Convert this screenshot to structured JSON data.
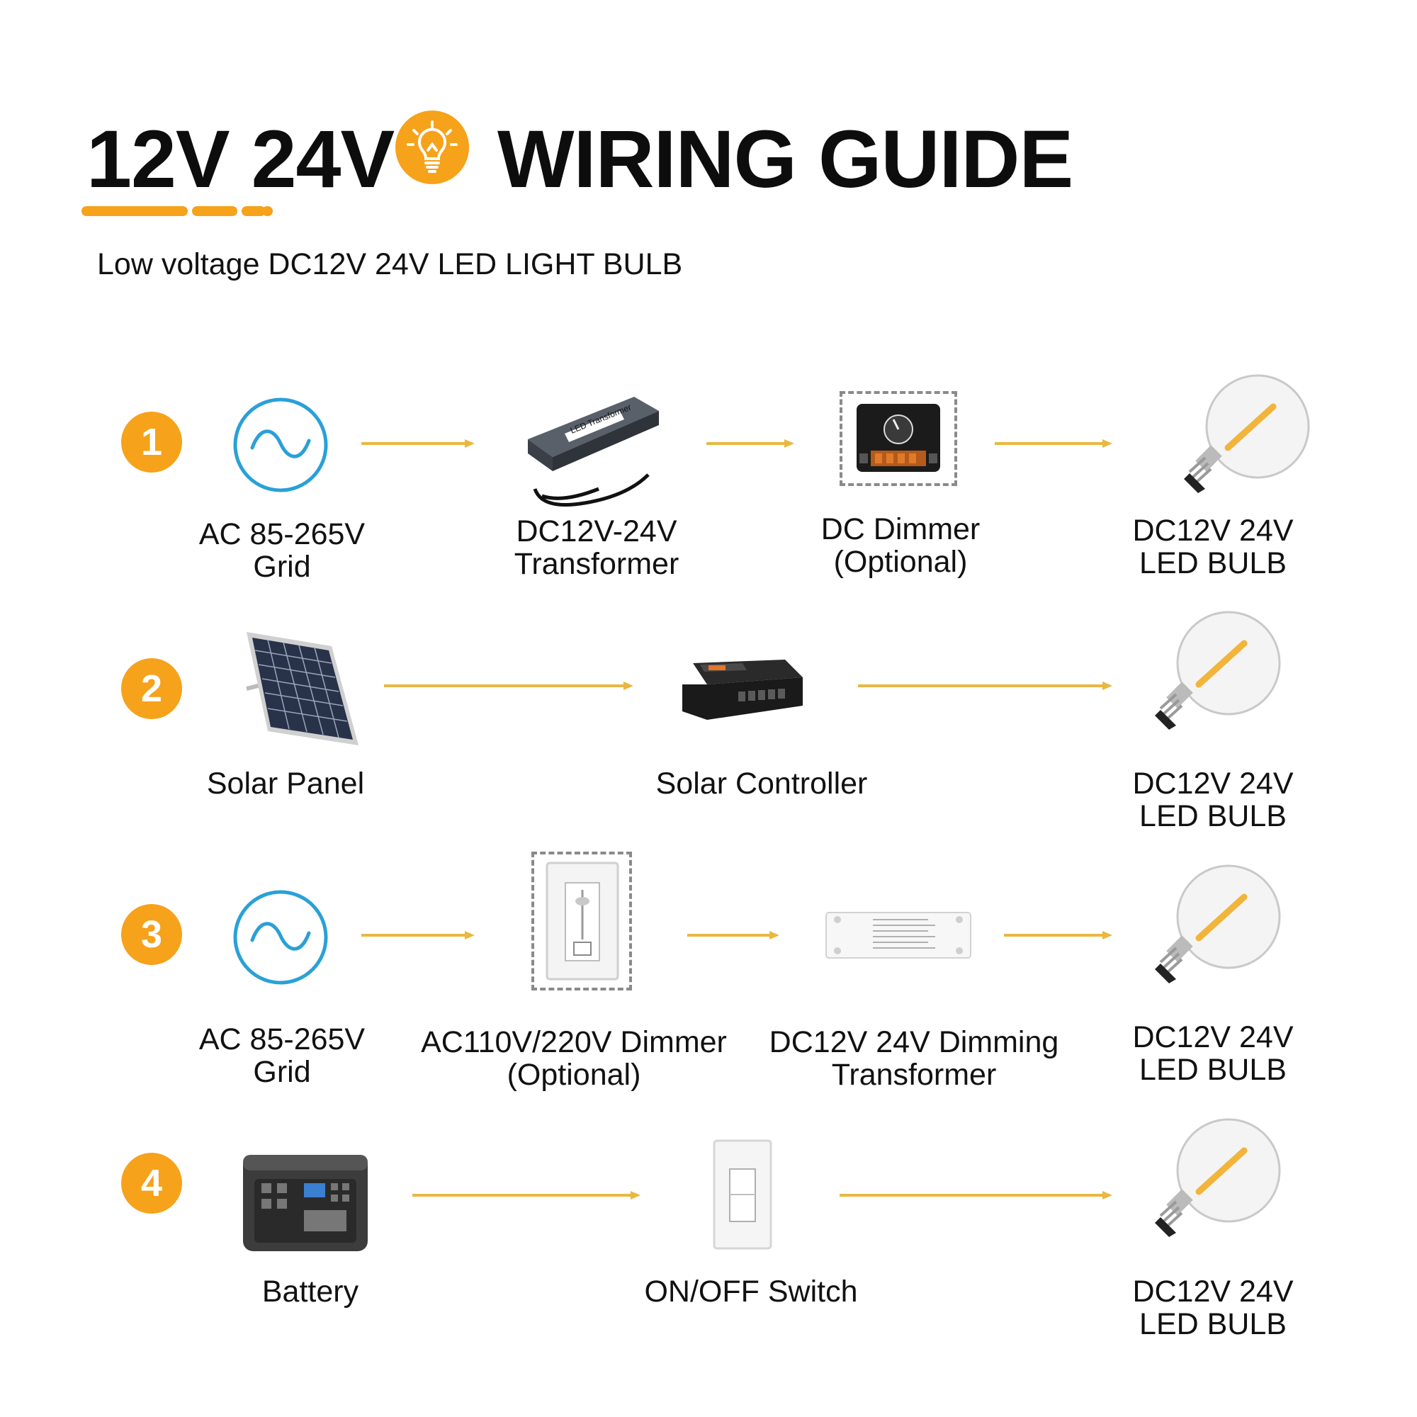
{
  "title": {
    "left": "12V 24V",
    "right": "WIRING GUIDE",
    "icon": "lightbulb-icon"
  },
  "subtitle": "Low voltage DC12V 24V LED LIGHT BULB",
  "colors": {
    "accent": "#f6a21b",
    "arrow": "#e8b840",
    "ac_icon": "#2aa0d8"
  },
  "rows": [
    {
      "number": "1",
      "items": [
        {
          "icon": "ac-sine-icon",
          "lines": [
            "AC 85-265V",
            "Grid"
          ]
        },
        {
          "icon": "led-transformer-icon",
          "lines": [
            "DC12V-24V",
            "Transformer"
          ]
        },
        {
          "icon": "dc-dimmer-icon",
          "lines": [
            "DC Dimmer",
            "(Optional)"
          ]
        },
        {
          "icon": "led-bulb-icon",
          "lines": [
            "DC12V 24V",
            "LED BULB"
          ]
        }
      ]
    },
    {
      "number": "2",
      "items": [
        {
          "icon": "solar-panel-icon",
          "lines": [
            "Solar Panel"
          ]
        },
        {
          "icon": "solar-controller-icon",
          "lines": [
            "Solar Controller"
          ]
        },
        {
          "icon": "led-bulb-icon",
          "lines": [
            "DC12V 24V",
            "LED BULB"
          ]
        }
      ]
    },
    {
      "number": "3",
      "items": [
        {
          "icon": "ac-sine-icon",
          "lines": [
            "AC 85-265V",
            "Grid"
          ]
        },
        {
          "icon": "wall-dimmer-icon",
          "lines": [
            "AC110V/220V Dimmer",
            "(Optional)"
          ]
        },
        {
          "icon": "dimming-driver-icon",
          "lines": [
            "DC12V 24V Dimming",
            "Transformer"
          ]
        },
        {
          "icon": "led-bulb-icon",
          "lines": [
            "DC12V 24V",
            "LED BULB"
          ]
        }
      ]
    },
    {
      "number": "4",
      "items": [
        {
          "icon": "battery-station-icon",
          "lines": [
            "Battery"
          ]
        },
        {
          "icon": "rocker-switch-icon",
          "lines": [
            "ON/OFF Switch"
          ]
        },
        {
          "icon": "led-bulb-icon",
          "lines": [
            "DC12V 24V",
            "LED BULB"
          ]
        }
      ]
    }
  ]
}
